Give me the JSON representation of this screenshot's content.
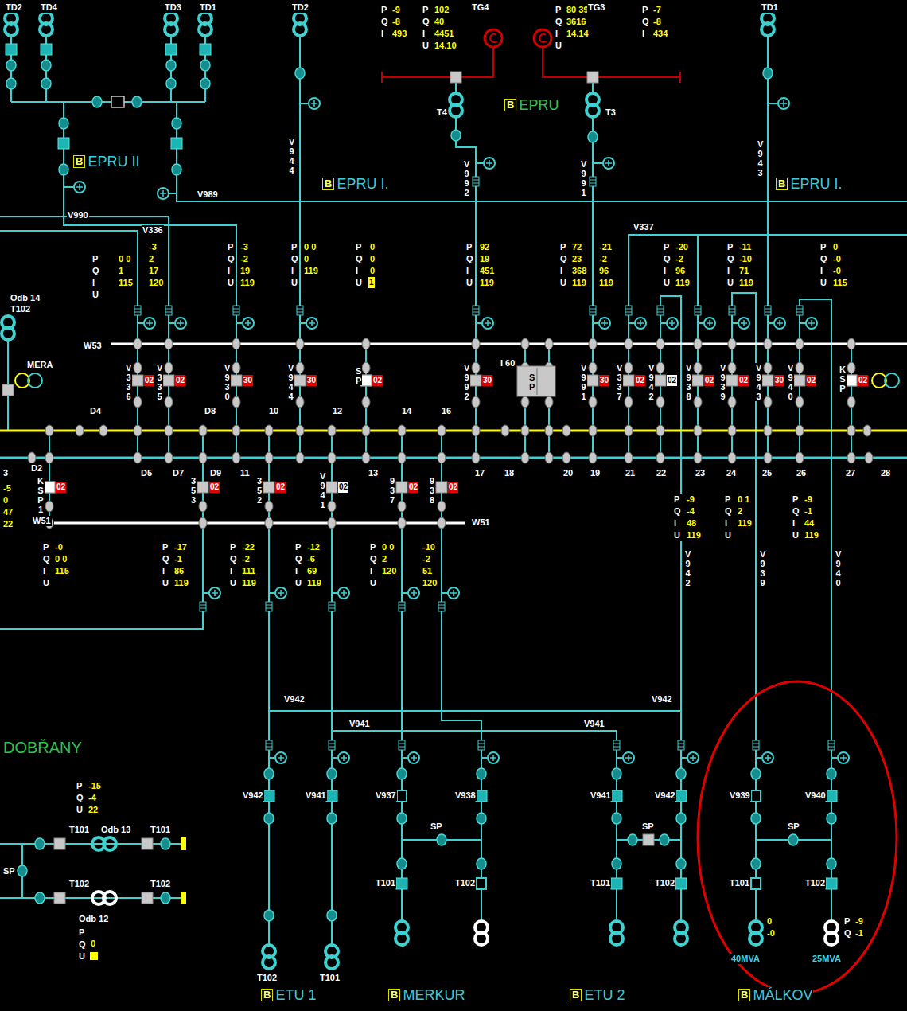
{
  "diagram": {
    "nodes": [
      {
        "text": [
          "B",
          "EPRU"
        ]
      },
      {
        "text": [
          "B",
          "EPRU II"
        ]
      },
      {
        "text": [
          "B",
          "EPRU I."
        ]
      },
      {
        "text": [
          "B",
          "EPRU I."
        ]
      },
      {
        "text": [
          "1"
        ]
      },
      {
        "text": [
          "02"
        ]
      },
      {
        "text": [
          "02"
        ]
      },
      {
        "text": [
          "30"
        ]
      },
      {
        "text": [
          "30"
        ]
      },
      {
        "text": [
          "02"
        ]
      },
      {
        "text": [
          "30"
        ]
      },
      {
        "text": [
          "30"
        ]
      },
      {
        "text": [
          "02"
        ]
      },
      {
        "text": [
          "02"
        ]
      },
      {
        "text": [
          "02"
        ]
      },
      {
        "text": [
          "02"
        ]
      },
      {
        "text": [
          "30"
        ]
      },
      {
        "text": [
          "02"
        ]
      },
      {
        "text": [
          "02"
        ]
      },
      {
        "text": [
          "02"
        ]
      },
      {
        "text": [
          "02"
        ]
      },
      {
        "text": [
          "02"
        ]
      },
      {
        "text": [
          "02"
        ]
      },
      {
        "text": [
          "02"
        ]
      },
      {
        "text": [
          "02"
        ]
      },
      {
        "text": [
          "B",
          "ETU 1"
        ]
      },
      {
        "text": [
          "B",
          "MERKUR"
        ]
      },
      {
        "text": [
          "B",
          "ETU 2"
        ]
      },
      {
        "text": [
          "B",
          "MÁLKOV"
        ]
      }
    ],
    "labels": [
      "TD2",
      "TD4",
      "TD3",
      "TD1",
      "TD2",
      "P Q I",
      "-9 -8 493",
      "P Q I U",
      "102 40 4451 14.10",
      "TG4",
      "P Q I U",
      "80 39 3616 14.14",
      "TG3",
      "P Q I",
      "-7 -8 434",
      "TD1",
      "T4",
      "T3",
      "V 9 4 4",
      "V 9 4 3",
      "V 9 9 2",
      "V 9 9 1",
      "V989",
      "V990",
      "V336",
      "V337",
      "P Q I U",
      "0 0 1 115",
      "-3 2 17 120",
      "P Q I U",
      "-3 -2 19 119",
      "P Q I U",
      "0 0 0 119",
      "P Q I U",
      "0 0 0",
      "P Q I U",
      "92 19 451 119",
      "P Q I U",
      "72 23 368 119",
      "-21 -2 96 119",
      "P Q I U",
      "-20 -2 96 119",
      "P Q I U",
      "-11 -10 71 119",
      "P Q I U",
      "0 -0 -0 115",
      "Odb 14",
      "T102",
      "W53",
      "MERA",
      "I 60",
      "S P",
      "S P",
      "K S P",
      "V 3 3 6",
      "V 3 3 5",
      "V 9 3 0",
      "V 9 4 4",
      "V 9 9 2",
      "V 9 9 1",
      "V 3 3 7",
      "V 9 4 2",
      "V 9 3 8",
      "V 9 3 9",
      "V 9 4 3",
      "V 9 4 0",
      "D4",
      "D8",
      "10",
      "12",
      "14",
      "16",
      "3",
      "D2",
      "D5",
      "D7",
      "D9",
      "11",
      "13",
      "17",
      "18",
      "20",
      "19",
      "21",
      "22",
      "23",
      "24",
      "25",
      "26",
      "27",
      "28",
      "K S P 1",
      "3 5 3",
      "3 5 2",
      "V 9 4 1",
      "9 3 7",
      "9 3 8",
      "-5 0 47 22",
      "W51",
      "W51",
      "P Q I U",
      "-9 -4 48 119",
      "P Q I U",
      "0 1 2 119",
      "P Q I U",
      "-9 -1 44 119",
      "V 9 4 2",
      "V 9 3 9",
      "V 9 4 0",
      "P Q I U",
      "-0 0 0 115",
      "P Q I U",
      "-17 -1 86 119",
      "P Q I U",
      "-22 -2 111 119",
      "P Q I U",
      "-12 -6 69 119",
      "P Q I U",
      "0 0 2 120",
      "-10 -2 51 120",
      "V942",
      "V942",
      "V941",
      "V941",
      "DOBŘANY",
      "P Q U",
      "-15 -4 22",
      "T101",
      "Odb 13",
      "T101",
      "SP",
      "T102",
      "T102",
      "Odb 12",
      "P Q U",
      "0",
      "V942",
      "V941",
      "V937",
      "V938",
      "V941",
      "V942",
      "V939",
      "V940",
      "SP",
      "SP",
      "SP",
      "T101",
      "T102",
      "T101",
      "T102",
      "T101",
      "T102",
      "T102",
      "T101",
      "0 -0",
      "P Q",
      "-9 -1",
      "40MVA",
      "25MVA"
    ]
  }
}
